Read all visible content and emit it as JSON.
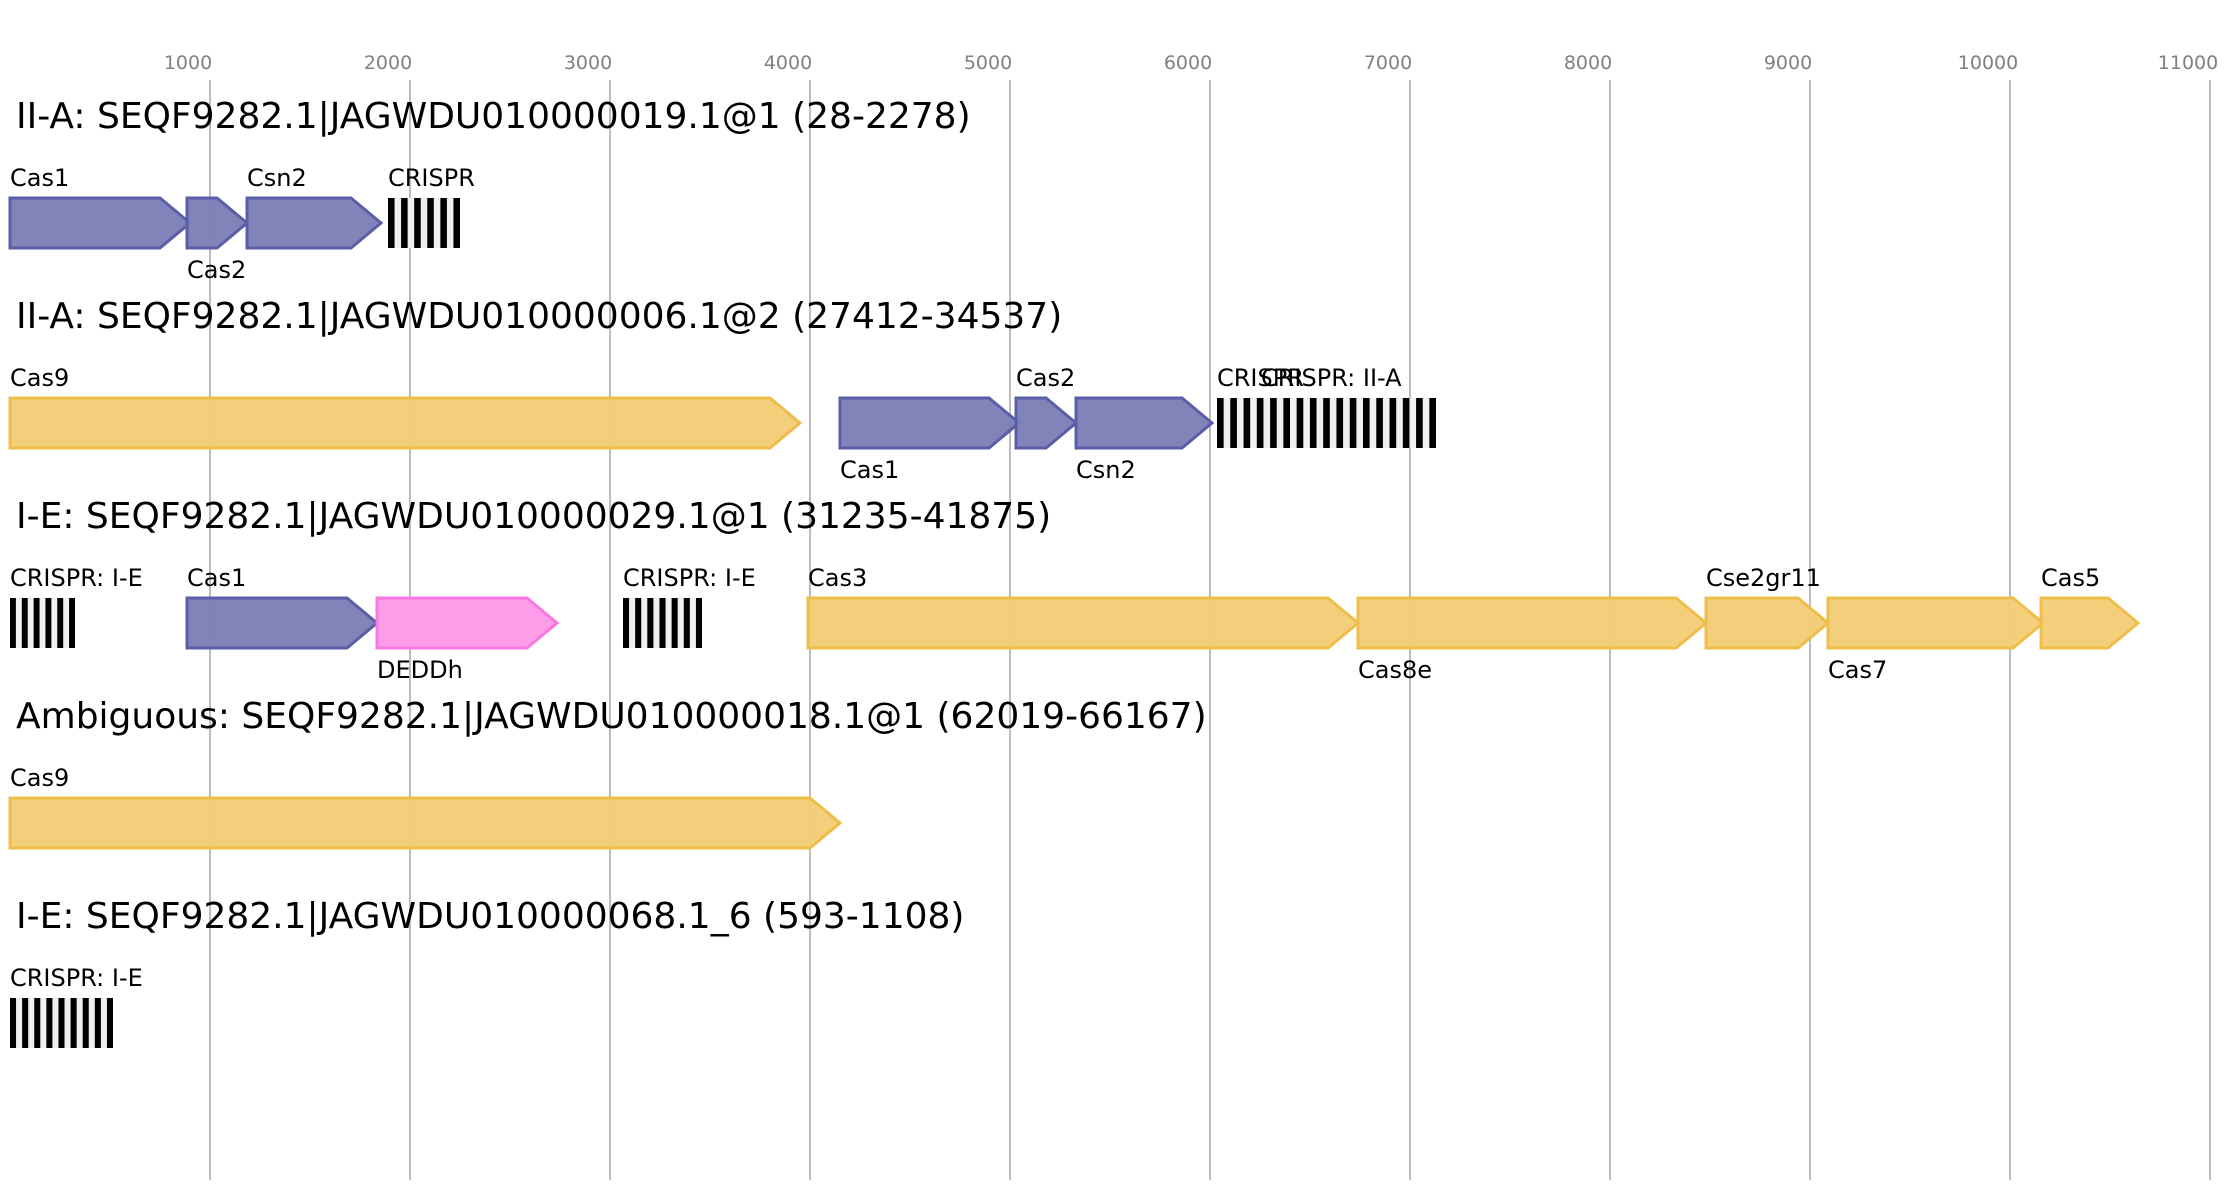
{
  "chart_data": {
    "type": "gene-map",
    "axis": {
      "ticks": [
        1000,
        2000,
        3000,
        4000,
        5000,
        6000,
        7000,
        8000,
        9000,
        10000,
        11000
      ],
      "range": [
        0,
        11100
      ],
      "grid": true
    },
    "colors": {
      "cas_core": {
        "fill": "#7a7db4",
        "stroke": "#5a5ea8"
      },
      "effector": {
        "fill": "#f2cc75",
        "stroke": "#efbd4a"
      },
      "accessory": {
        "fill": "#fd97e8",
        "stroke": "#fb77e0"
      },
      "crispr_dark": "#000000",
      "crispr_light": "#f0f0f0"
    },
    "tracks": [
      {
        "title": "II-A: SEQF9282.1|JAGWDU010000019.1@1 (28-2278)",
        "features": [
          {
            "kind": "gene",
            "name": "Cas1",
            "start": 0,
            "end": 900,
            "color": "cas_core",
            "label_pos": "above"
          },
          {
            "kind": "gene",
            "name": "Cas2",
            "start": 885,
            "end": 1185,
            "color": "cas_core",
            "label_pos": "below"
          },
          {
            "kind": "gene",
            "name": "Csn2",
            "start": 1185,
            "end": 1855,
            "color": "cas_core",
            "label_pos": "above"
          },
          {
            "kind": "crispr",
            "name": "CRISPR",
            "start": 1890,
            "end": 2250,
            "repeats": 6,
            "label_pos": "above"
          }
        ]
      },
      {
        "title": "II-A: SEQF9282.1|JAGWDU010000006.1@2 (27412-34537)",
        "features": [
          {
            "kind": "gene",
            "name": "Cas9",
            "start": 0,
            "end": 3950,
            "color": "effector",
            "label_pos": "above"
          },
          {
            "kind": "gene",
            "name": "Cas1",
            "start": 4150,
            "end": 5045,
            "color": "cas_core",
            "label_pos": "below"
          },
          {
            "kind": "gene",
            "name": "Cas2",
            "start": 5030,
            "end": 5330,
            "color": "cas_core",
            "label_pos": "above"
          },
          {
            "kind": "gene",
            "name": "Csn2",
            "start": 5330,
            "end": 6010,
            "color": "cas_core",
            "label_pos": "below"
          },
          {
            "kind": "crispr",
            "name": "CRISPR",
            "start": 6035,
            "end": 7130,
            "repeats": 17,
            "label_pos": "above"
          },
          {
            "kind": "label",
            "name": "CRISPR: II-A",
            "start": 6255,
            "label_pos": "above"
          }
        ]
      },
      {
        "title": "I-E: SEQF9282.1|JAGWDU010000029.1@1 (31235-41875)",
        "features": [
          {
            "kind": "crispr",
            "name": "CRISPR: I-E",
            "start": 0,
            "end": 325,
            "repeats": 6,
            "label_pos": "above"
          },
          {
            "kind": "gene",
            "name": "Cas1",
            "start": 885,
            "end": 1835,
            "color": "cas_core",
            "label_pos": "above"
          },
          {
            "kind": "gene",
            "name": "DEDDh",
            "start": 1835,
            "end": 2735,
            "color": "accessory",
            "label_pos": "below"
          },
          {
            "kind": "crispr",
            "name": "CRISPR: I-E",
            "start": 3065,
            "end": 3460,
            "repeats": 7,
            "label_pos": "above"
          },
          {
            "kind": "gene",
            "name": "Cas3",
            "start": 3990,
            "end": 6740,
            "color": "effector",
            "label_pos": "above"
          },
          {
            "kind": "gene",
            "name": "Cas8e",
            "start": 6740,
            "end": 8480,
            "color": "effector",
            "label_pos": "below"
          },
          {
            "kind": "gene",
            "name": "Cse2gr11",
            "start": 8480,
            "end": 9090,
            "color": "effector",
            "label_pos": "above"
          },
          {
            "kind": "gene",
            "name": "Cas7",
            "start": 9090,
            "end": 10165,
            "color": "effector",
            "label_pos": "below"
          },
          {
            "kind": "gene",
            "name": "Cas5",
            "start": 10155,
            "end": 10640,
            "color": "effector",
            "label_pos": "above"
          }
        ]
      },
      {
        "title": "Ambiguous: SEQF9282.1|JAGWDU010000018.1@1 (62019-66167)",
        "features": [
          {
            "kind": "gene",
            "name": "Cas9",
            "start": 0,
            "end": 4150,
            "color": "effector",
            "label_pos": "above"
          }
        ]
      },
      {
        "title": "I-E: SEQF9282.1|JAGWDU010000068.1_6 (593-1108)",
        "features": [
          {
            "kind": "crispr",
            "name": "CRISPR: I-E",
            "start": 0,
            "end": 515,
            "repeats": 9,
            "label_pos": "above"
          }
        ]
      }
    ]
  }
}
